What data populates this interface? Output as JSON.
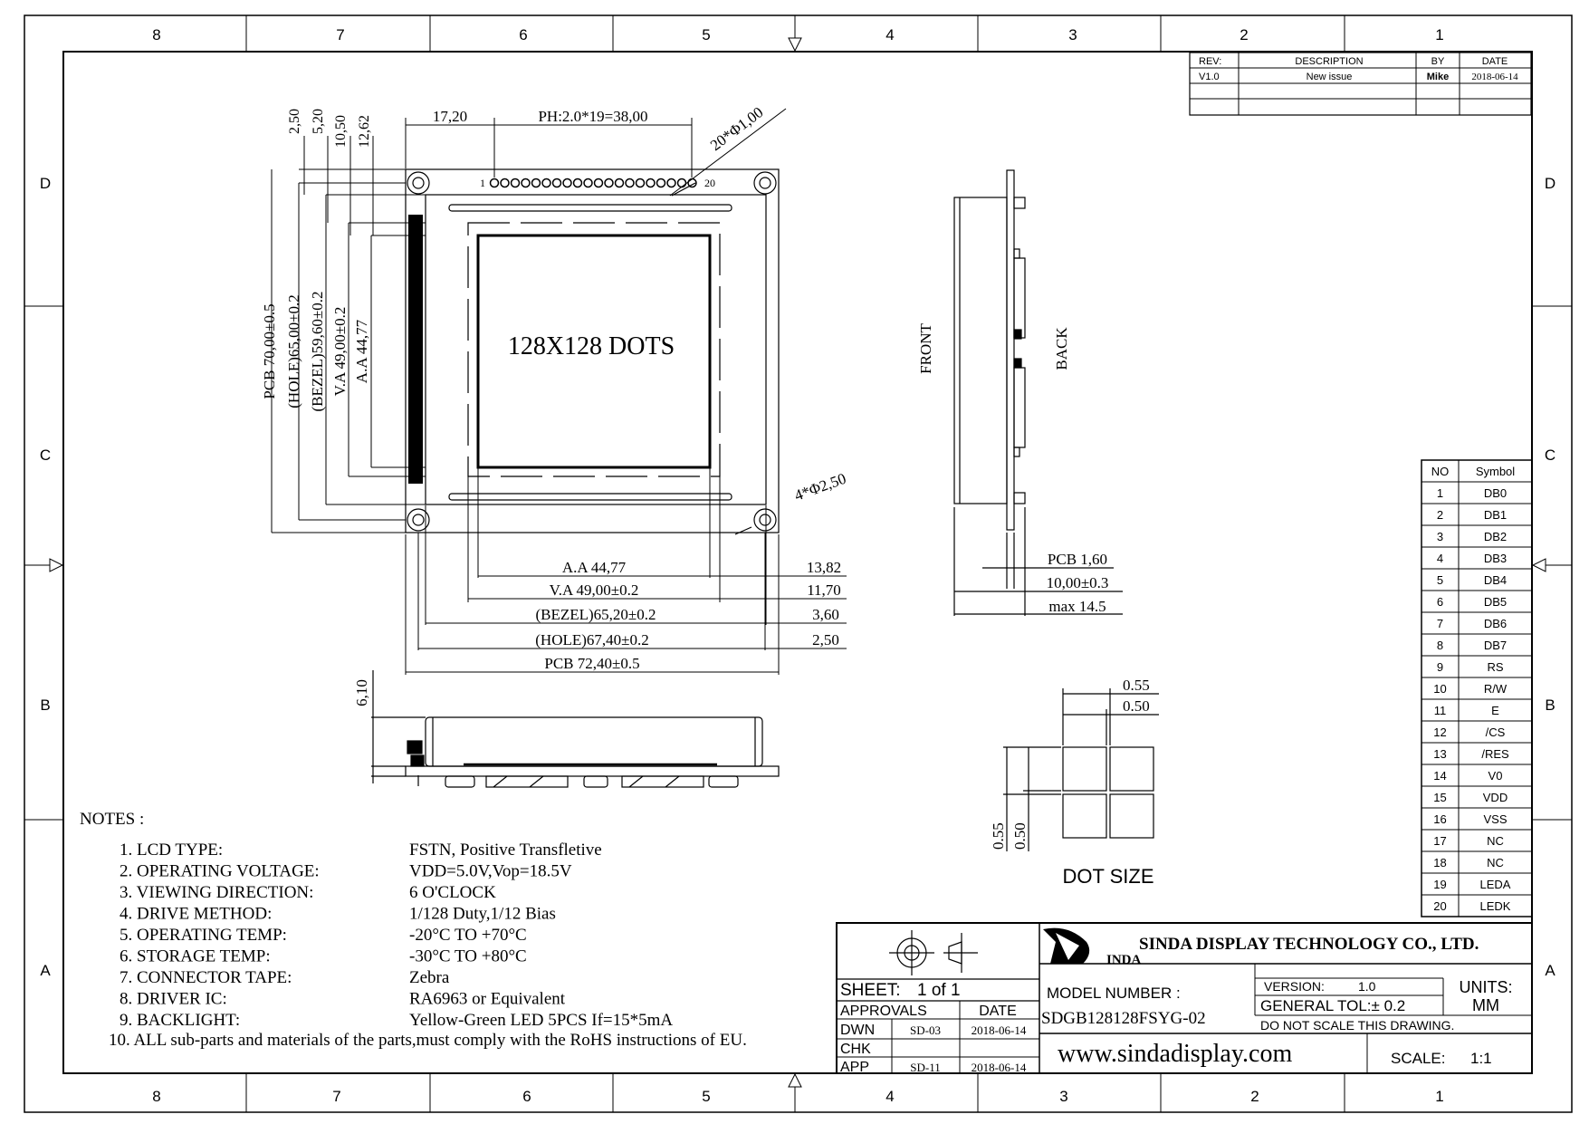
{
  "border_columns": [
    "8",
    "7",
    "6",
    "5",
    "4",
    "3",
    "2",
    "1"
  ],
  "border_rows": [
    "D",
    "C",
    "B",
    "A"
  ],
  "revision_table": {
    "headers": [
      "REV:",
      "DESCRIPTION",
      "BY",
      "DATE"
    ],
    "rows": [
      [
        "V1.0",
        "New issue",
        "Mike",
        "2018-06-14"
      ]
    ]
  },
  "front_view": {
    "pin_first": "1",
    "pin_last": "20",
    "display_label": "128X128 DOTS",
    "dims_top": [
      "17,20",
      "PH:2.0*19=38,00",
      "20*Φ1,00"
    ],
    "dims_vertical_left": [
      "2,50",
      "5,20",
      "10,50",
      "12,62"
    ],
    "dims_vertical": [
      "PCB  70,00±0.5",
      "(HOLE)65,00±0.2",
      "(BEZEL)59,60±0.2",
      "V.A  49,00±0.2",
      "A.A  44,77"
    ],
    "hole_note": "4*Φ2,50",
    "dims_horizontal": [
      "A.A  44,77",
      "V.A 49,00±0.2",
      "(BEZEL)65,20±0.2",
      "(HOLE)67,40±0.2",
      "PCB  72,40±0.5"
    ],
    "dims_right": [
      "13,82",
      "11,70",
      "3,60",
      "2,50"
    ]
  },
  "bottom_view": {
    "dim": "6,10"
  },
  "side_view": {
    "front_label": "FRONT",
    "back_label": "BACK",
    "dims": [
      "PCB 1,60",
      "10,00±0.3",
      "max 14.5"
    ]
  },
  "dot_size": {
    "title": "DOT SIZE",
    "dims_top": [
      "0.55",
      "0.50"
    ],
    "dims_left": [
      "0.55",
      "0.50"
    ]
  },
  "pin_table": {
    "headers": [
      "NO",
      "Symbol"
    ],
    "rows": [
      [
        "1",
        "DB0"
      ],
      [
        "2",
        "DB1"
      ],
      [
        "3",
        "DB2"
      ],
      [
        "4",
        "DB3"
      ],
      [
        "5",
        "DB4"
      ],
      [
        "6",
        "DB5"
      ],
      [
        "7",
        "DB6"
      ],
      [
        "8",
        "DB7"
      ],
      [
        "9",
        "RS"
      ],
      [
        "10",
        "R/W"
      ],
      [
        "11",
        "E"
      ],
      [
        "12",
        "/CS"
      ],
      [
        "13",
        "/RES"
      ],
      [
        "14",
        "V0"
      ],
      [
        "15",
        "VDD"
      ],
      [
        "16",
        "VSS"
      ],
      [
        "17",
        "NC"
      ],
      [
        "18",
        "NC"
      ],
      [
        "19",
        "LEDA"
      ],
      [
        "20",
        "LEDK"
      ]
    ]
  },
  "notes": {
    "title": "NOTES :",
    "items": [
      {
        "label": "1. LCD TYPE:",
        "value": "FSTN, Positive Transfletive"
      },
      {
        "label": "2. OPERATING VOLTAGE:",
        "value": "VDD=5.0V,Vop=18.5V"
      },
      {
        "label": "3. VIEWING DIRECTION:",
        "value": "6 O'CLOCK"
      },
      {
        "label": "4. DRIVE METHOD:",
        "value": "1/128 Duty,1/12 Bias"
      },
      {
        "label": "5. OPERATING TEMP:",
        "value": "-20°C TO +70°C"
      },
      {
        "label": "6. STORAGE TEMP:",
        "value": "-30°C TO +80°C"
      },
      {
        "label": "7. CONNECTOR TAPE:",
        "value": "Zebra"
      },
      {
        "label": "8. DRIVER IC:",
        "value": "RA6963 or Equivalent"
      },
      {
        "label": "9. BACKLIGHT:",
        "value": "Yellow-Green LED 5PCS If=15*5mA"
      }
    ],
    "last": "10. ALL sub-parts and materials of the parts,must comply with the RoHS instructions of EU."
  },
  "title_block": {
    "logo_text": "INDA",
    "company": "SINDA DISPLAY TECHNOLOGY  CO., LTD.",
    "sheet_label": "SHEET:",
    "sheet_value": "1  of  1",
    "approvals_label": "APPROVALS",
    "date_label": "DATE",
    "approvals": [
      {
        "role": "DWN",
        "name": "SD-03",
        "date": "2018-06-14"
      },
      {
        "role": "CHK",
        "name": "",
        "date": ""
      },
      {
        "role": "APP",
        "name": "SD-11",
        "date": "2018-06-14"
      }
    ],
    "model_label": "MODEL  NUMBER :",
    "model": "SDGB128128FSYG-02",
    "version_label": "VERSION:",
    "version": "1.0",
    "tolerance": "GENERAL  TOL:±  0.2",
    "units_label": "UNITS:",
    "units": "MM",
    "no_scale": "DO  NOT  SCALE  THIS  DRAWING.",
    "website": "www.sindadisplay.com",
    "scale_label": "SCALE:",
    "scale": "1:1"
  }
}
